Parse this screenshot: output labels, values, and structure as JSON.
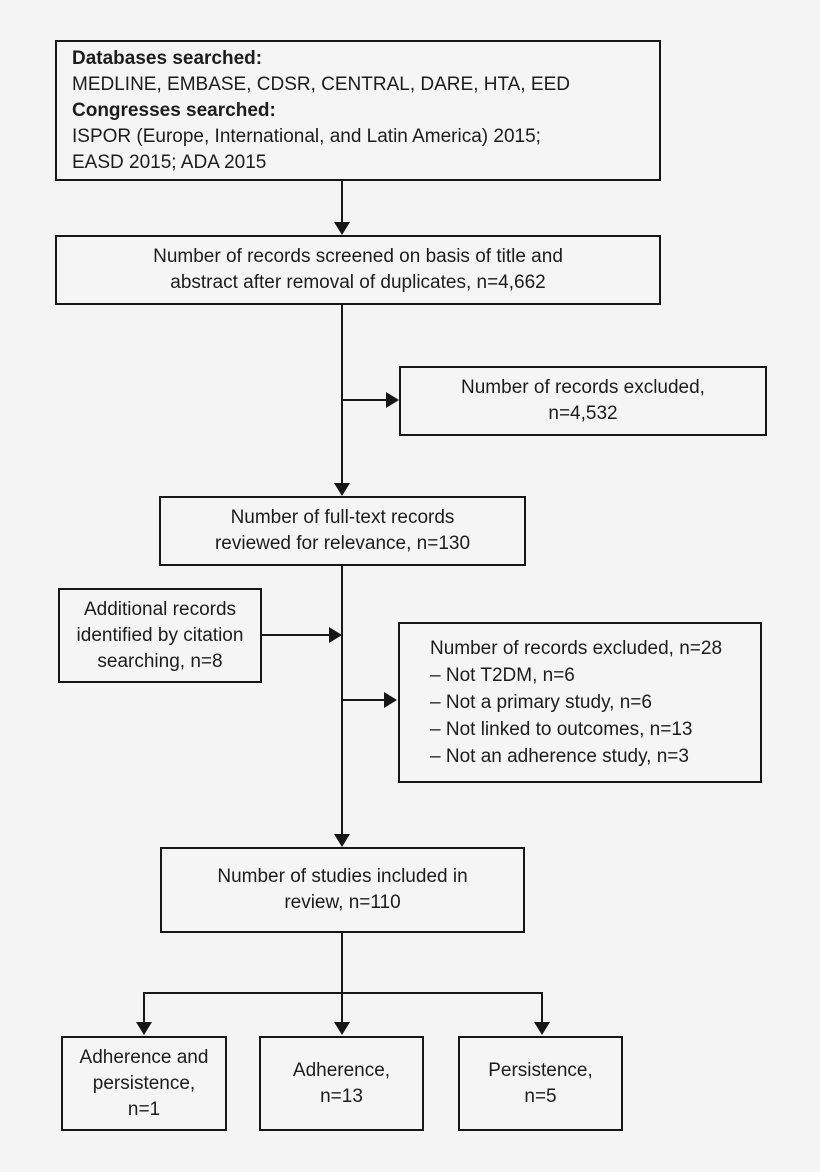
{
  "colors": {
    "background": "#f5f4f4",
    "box_border": "#161616",
    "connector": "#161616",
    "text": "#1c1c1c"
  },
  "boxes": {
    "sources": {
      "lines": [
        "Databases searched:",
        "MEDLINE, EMBASE, CDSR, CENTRAL, DARE, HTA, EED",
        "Congresses searched:",
        "ISPOR (Europe, International, and Latin America) 2015;",
        "EASD 2015; ADA 2015"
      ]
    },
    "screened": {
      "lines": [
        "Number of records screened on basis of title and",
        "abstract after removal of duplicates, n=4,662"
      ]
    },
    "excluded_screening": {
      "lines": [
        "Number of records excluded,",
        "n=4,532"
      ]
    },
    "full_text": {
      "lines": [
        "Number of full-text records",
        "reviewed for relevance, n=130"
      ]
    },
    "citation_searching": {
      "lines": [
        "Additional records",
        "identified by citation",
        "searching, n=8"
      ]
    },
    "excluded_full_text": {
      "lines": [
        "Number of records excluded, n=28",
        "– Not T2DM, n=6",
        "– Not a primary study, n=6",
        "– Not linked to outcomes, n=13",
        "– Not an adherence study, n=3"
      ]
    },
    "included": {
      "lines": [
        "Number of studies included in",
        "review, n=110"
      ]
    },
    "adherence_and_persistence": {
      "lines": [
        "Adherence and",
        "persistence,",
        "n=1"
      ]
    },
    "adherence": {
      "lines": [
        "Adherence,",
        "n=13"
      ]
    },
    "persistence": {
      "lines": [
        "Persistence,",
        "n=5"
      ]
    }
  }
}
